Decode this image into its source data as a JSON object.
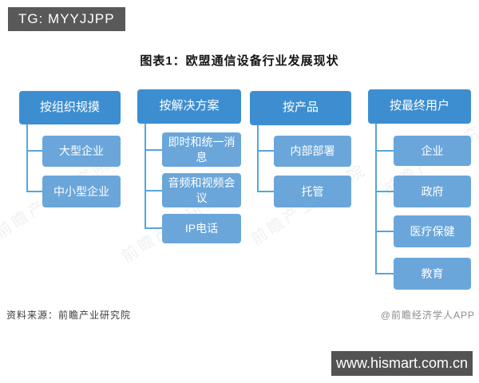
{
  "badge": {
    "text": "TG: MYYJJPP"
  },
  "title": "图表1：欧盟通信设备行业发展现状",
  "diagram": {
    "columns": [
      {
        "header": "按组织规摸",
        "children": [
          "大型企业",
          "中小型企业"
        ]
      },
      {
        "header": "按解决方案",
        "children": [
          "即时和统一消息",
          "音频和视频会议",
          "IP电话"
        ]
      },
      {
        "header": "按产品",
        "children": [
          "内部部署",
          "托管"
        ]
      },
      {
        "header": "按最终用户",
        "children": [
          "企业",
          "政府",
          "医疗保健",
          "教育"
        ]
      }
    ],
    "colors": {
      "header_bg": "#3d8ed1",
      "item_bg": "#6ba6da",
      "connector": "#55a6dd"
    }
  },
  "watermark": {
    "text": "前瞻产业研究院"
  },
  "footer": {
    "source": "资料来源：前瞻产业研究院",
    "credit": "@前瞻经济学人APP",
    "site": "www.hismart.com.cn"
  }
}
